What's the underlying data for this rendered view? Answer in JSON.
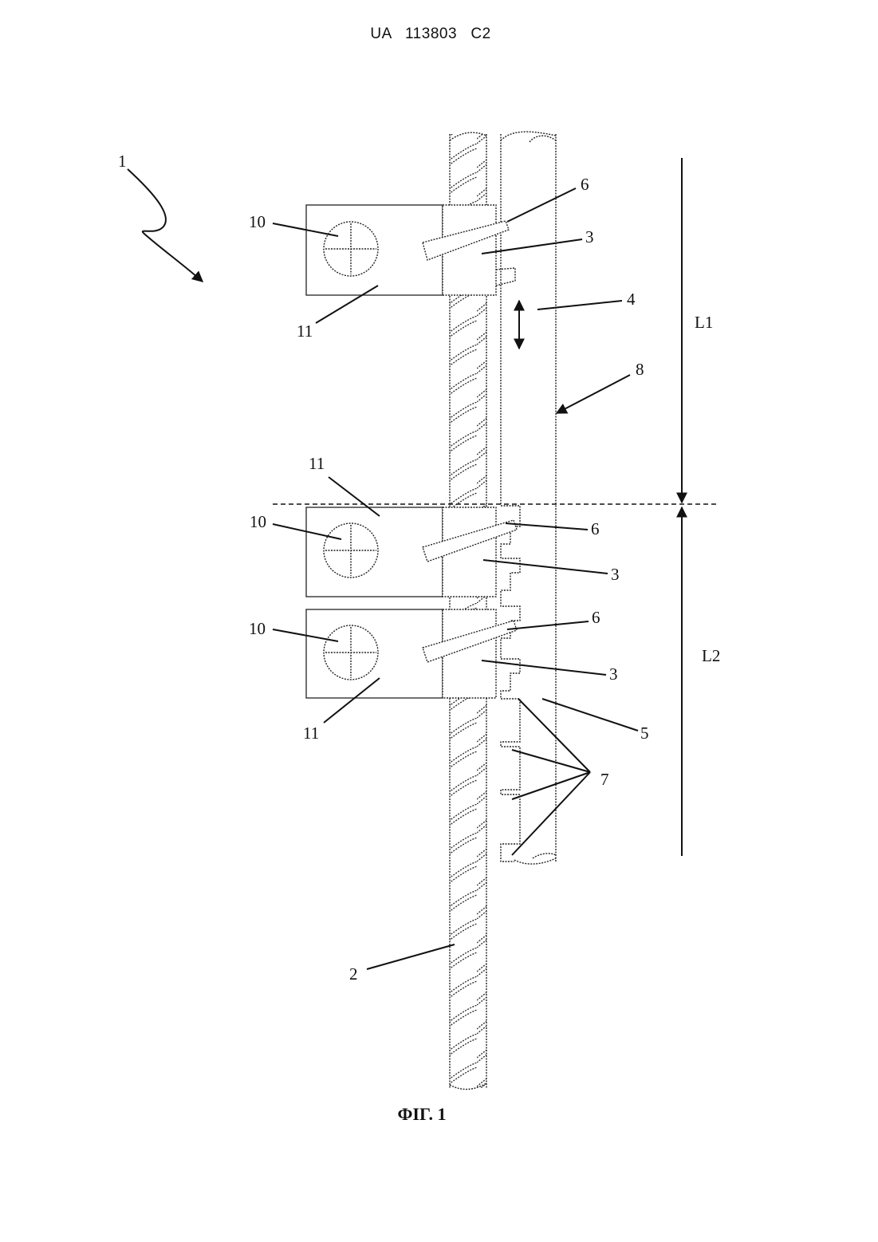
{
  "header": {
    "document_code": "UA   113803   C2"
  },
  "figure": {
    "caption": "ФІГ. 1",
    "labels": {
      "assembly": "1",
      "rebar": "2",
      "clamp_top": "3",
      "clamp_mid": "3",
      "clamp_bottom": "3",
      "rail_upper": "4",
      "rail_lower": "5",
      "wedge_top": "6",
      "wedge_mid": "6",
      "wedge_bottom": "6",
      "teeth": "7",
      "guide": "8",
      "bolt_top": "10",
      "bolt_mid": "10",
      "bolt_bottom": "10",
      "body_top": "11",
      "body_mid": "11",
      "body_bottom": "11",
      "length_1": "L1",
      "length_2": "L2"
    }
  }
}
